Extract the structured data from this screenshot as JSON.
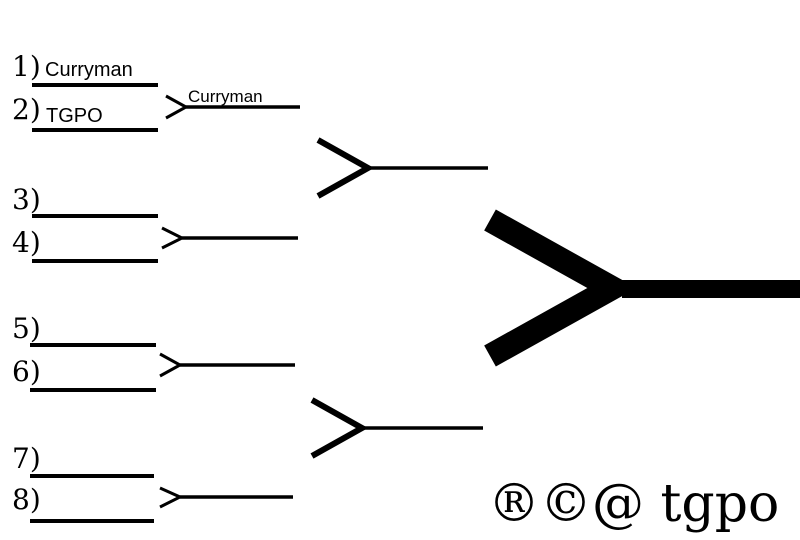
{
  "bracket": {
    "seeds": [
      "1)",
      "2)",
      "3)",
      "4)",
      "5)",
      "6)",
      "7)",
      "8)"
    ],
    "round1": [
      "Curryman",
      "TGPO",
      "",
      "",
      "",
      "",
      "",
      ""
    ],
    "round2": [
      "Curryman",
      "",
      "",
      ""
    ],
    "semifinal": [
      "",
      ""
    ],
    "champion": ""
  },
  "footer": {
    "text": "®©@ tgpo"
  }
}
